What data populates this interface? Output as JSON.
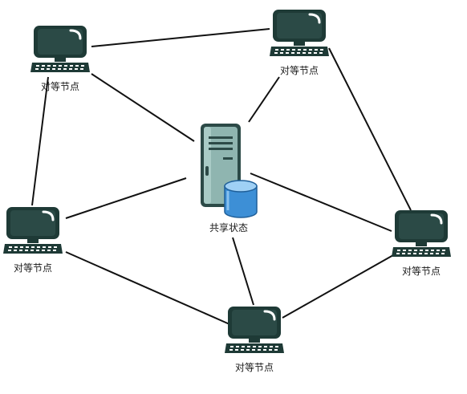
{
  "diagram": {
    "nodes": [
      {
        "id": "peer-top-left",
        "label": "对等节点",
        "kind": "computer"
      },
      {
        "id": "peer-top-right",
        "label": "对等节点",
        "kind": "computer"
      },
      {
        "id": "peer-mid-left",
        "label": "对等节点",
        "kind": "computer"
      },
      {
        "id": "peer-mid-right",
        "label": "对等节点",
        "kind": "computer"
      },
      {
        "id": "peer-bottom",
        "label": "对等节点",
        "kind": "computer"
      },
      {
        "id": "shared-state",
        "label": "共享状态",
        "kind": "server"
      }
    ],
    "edges": [
      [
        "peer-top-left",
        "peer-top-right"
      ],
      [
        "peer-top-left",
        "peer-mid-left"
      ],
      [
        "peer-top-left",
        "shared-state"
      ],
      [
        "peer-top-right",
        "shared-state"
      ],
      [
        "peer-top-right",
        "peer-mid-right"
      ],
      [
        "peer-mid-left",
        "shared-state"
      ],
      [
        "peer-mid-left",
        "peer-bottom"
      ],
      [
        "peer-mid-right",
        "shared-state"
      ],
      [
        "peer-mid-right",
        "peer-bottom"
      ],
      [
        "shared-state",
        "peer-bottom"
      ]
    ],
    "colors": {
      "computer_dark": "#1e3a36",
      "computer_screen": "#2b4a46",
      "server_body": "#8fb5b0",
      "server_dark": "#2c4a47",
      "database_blue": "#3d8fd6",
      "edge": "#111111"
    }
  }
}
